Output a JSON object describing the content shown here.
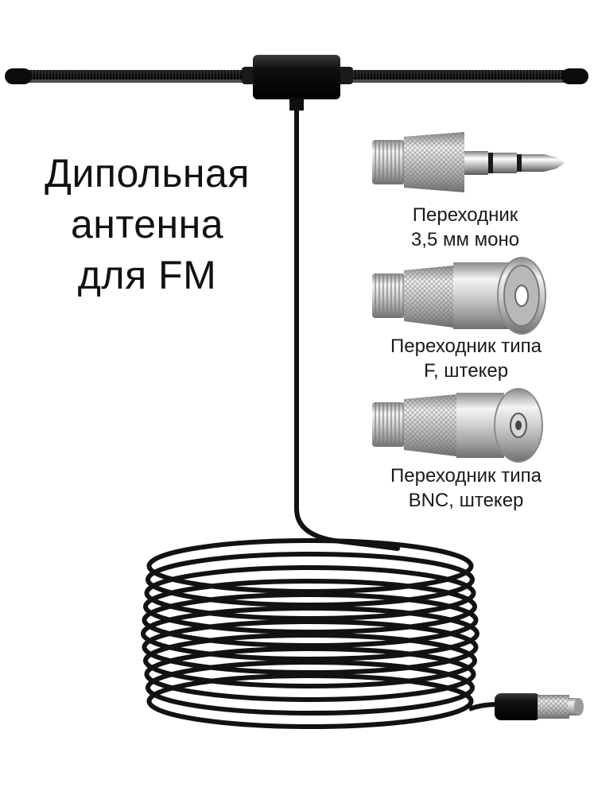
{
  "title_lines": [
    "Дипольная",
    "антенна",
    "для FM"
  ],
  "adapters": [
    {
      "line1": "Переходник",
      "line2": "3,5 мм моно",
      "icon": "jack-3-5mm-adapter-icon"
    },
    {
      "line1": "Переходник типа",
      "line2": "F, штекер",
      "icon": "f-connector-adapter-icon"
    },
    {
      "line1": "Переходник типа",
      "line2": "BNC, штекер",
      "icon": "bnc-plug-adapter-icon"
    }
  ],
  "colors": {
    "cable": "#121212",
    "metal": "#c8c8c8",
    "background": "#ffffff"
  }
}
